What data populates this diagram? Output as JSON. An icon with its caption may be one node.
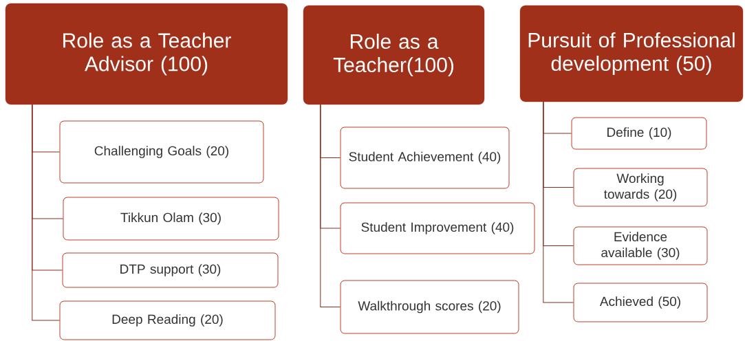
{
  "diagram": {
    "nodes": [
      {
        "text": [
          "Role as a Teacher Advisor (100)"
        ]
      },
      {
        "text": [
          "Challenging Goals (20)"
        ]
      },
      {
        "text": [
          "Tikkun Olam (30)"
        ]
      },
      {
        "text": [
          "DTP support (30)"
        ]
      },
      {
        "text": [
          "Deep Reading (20)"
        ]
      },
      {
        "text": [
          "Role as a Teacher(100)"
        ]
      },
      {
        "text": [
          "Student Achievement (40)"
        ]
      },
      {
        "text": [
          "Student Improvement (40)"
        ]
      },
      {
        "text": [
          "Walkthrough scores (20)"
        ]
      },
      {
        "text": [
          "Pursuit of Professional development (50)"
        ]
      },
      {
        "text": [
          "Define (10)"
        ]
      },
      {
        "text": [
          "Working towards (20)"
        ]
      },
      {
        "text": [
          "Evidence available (30)"
        ]
      },
      {
        "text": [
          "Achieved (50)"
        ]
      }
    ],
    "edges": [
      {
        "from": 0,
        "to": 1,
        "arrow": "none"
      },
      {
        "from": 0,
        "to": 2,
        "arrow": "none"
      },
      {
        "from": 0,
        "to": 3,
        "arrow": "none"
      },
      {
        "from": 0,
        "to": 4,
        "arrow": "none"
      },
      {
        "from": 5,
        "to": 6,
        "arrow": "none"
      },
      {
        "from": 5,
        "to": 7,
        "arrow": "none"
      },
      {
        "from": 5,
        "to": 8,
        "arrow": "none"
      },
      {
        "from": 9,
        "to": 10,
        "arrow": "none"
      },
      {
        "from": 9,
        "to": 11,
        "arrow": "none"
      },
      {
        "from": 9,
        "to": 12,
        "arrow": "none"
      },
      {
        "from": 9,
        "to": 13,
        "arrow": "none"
      }
    ]
  }
}
